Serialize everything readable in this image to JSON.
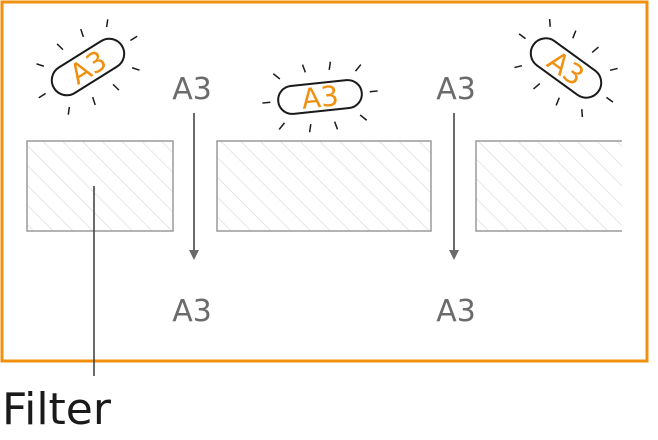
{
  "colors": {
    "frame": "#f0900e",
    "accent": "#f0900e",
    "filter_fill": "#f2f2f2",
    "filter_stroke": "#9a9a9a",
    "text_gray": "#6b6b6b",
    "arrow": "#6b6b6b",
    "caption": "#1a1a1a"
  },
  "particles": [
    {
      "label": "A3",
      "state": "glowing"
    },
    {
      "label": "A3",
      "state": "glowing"
    },
    {
      "label": "A3",
      "state": "glowing"
    }
  ],
  "flows": [
    {
      "top_label": "A3",
      "bottom_label": "A3",
      "direction": "down"
    },
    {
      "top_label": "A3",
      "bottom_label": "A3",
      "direction": "down"
    }
  ],
  "filter_blocks": 3,
  "caption": "Filter"
}
